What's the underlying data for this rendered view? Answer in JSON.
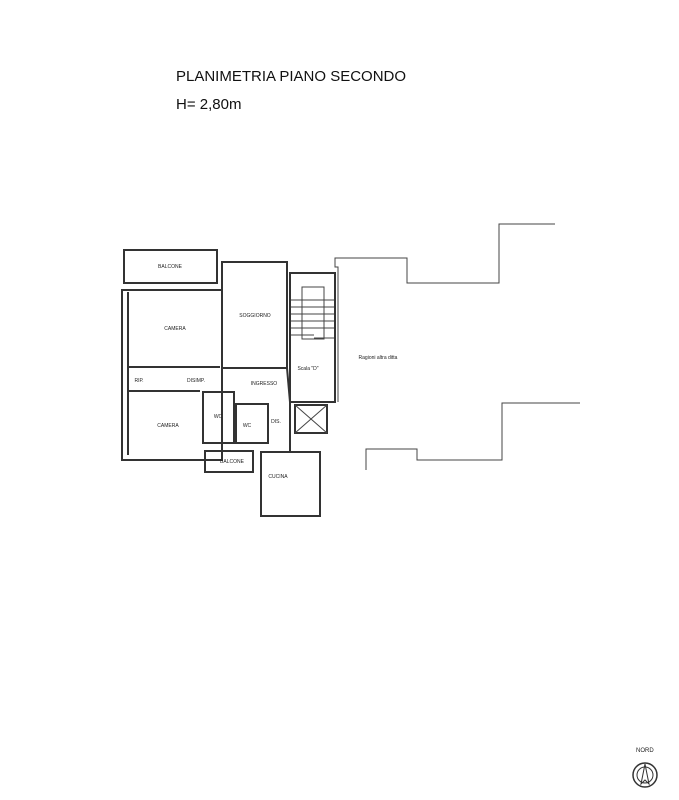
{
  "header": {
    "title": "PLANIMETRIA PIANO SECONDO",
    "height": "H= 2,80m"
  },
  "rooms": {
    "balcone_top": "BALCONE",
    "camera_top": "CAMERA",
    "soggiorno": "SOGGIORNO",
    "rip": "RIP.",
    "disimp": "DISIMP.",
    "ingresso": "INGRESSO",
    "camera_bottom": "CAMERA",
    "wc1": "WC",
    "wc2": "WC",
    "dis": "DIS.",
    "balcone_bottom": "BALCONE",
    "cucina": "CUCINA",
    "scala": "Scala \"D\"",
    "ragioni": "Ragioni altra ditta"
  },
  "compass": {
    "label": "NORD"
  }
}
